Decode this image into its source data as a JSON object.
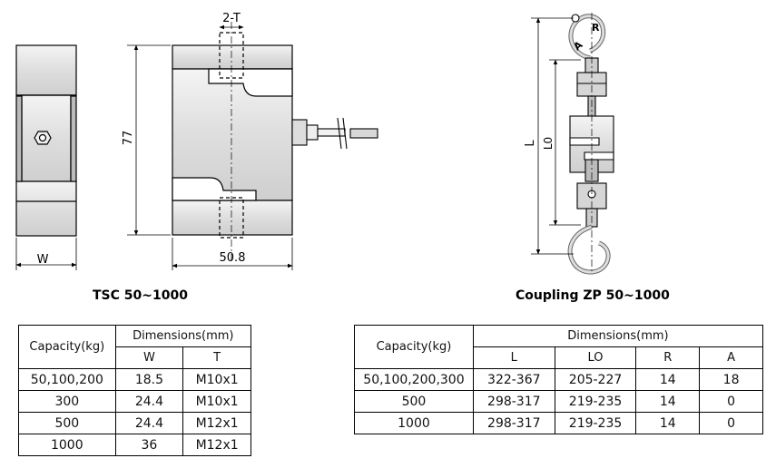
{
  "left": {
    "caption": "TSC 50~1000",
    "dim_labels": {
      "thread": "2-T",
      "height": "77",
      "width": "50.8",
      "w": "W"
    },
    "table": {
      "capacity_header": "Capacity(kg)",
      "dimensions_header": "Dimensions(mm)",
      "columns": [
        "W",
        "T"
      ],
      "rows": [
        {
          "capacity": "50,100,200",
          "values": [
            "18.5",
            "M10x1"
          ]
        },
        {
          "capacity": "300",
          "values": [
            "24.4",
            "M10x1"
          ]
        },
        {
          "capacity": "500",
          "values": [
            "24.4",
            "M12x1"
          ]
        },
        {
          "capacity": "1000",
          "values": [
            "36",
            "M12x1"
          ]
        }
      ]
    }
  },
  "right": {
    "caption": "Coupling ZP 50~1000",
    "dim_labels": {
      "L": "L",
      "L0": "L0",
      "R": "R",
      "A": "A"
    },
    "table": {
      "capacity_header": "Capacity(kg)",
      "dimensions_header": "Dimensions(mm)",
      "columns": [
        "L",
        "LO",
        "R",
        "A"
      ],
      "rows": [
        {
          "capacity": "50,100,200,300",
          "values": [
            "322-367",
            "205-227",
            "14",
            "18"
          ]
        },
        {
          "capacity": "500",
          "values": [
            "298-317",
            "219-235",
            "14",
            "0"
          ]
        },
        {
          "capacity": "1000",
          "values": [
            "298-317",
            "219-235",
            "14",
            "0"
          ]
        }
      ]
    }
  }
}
